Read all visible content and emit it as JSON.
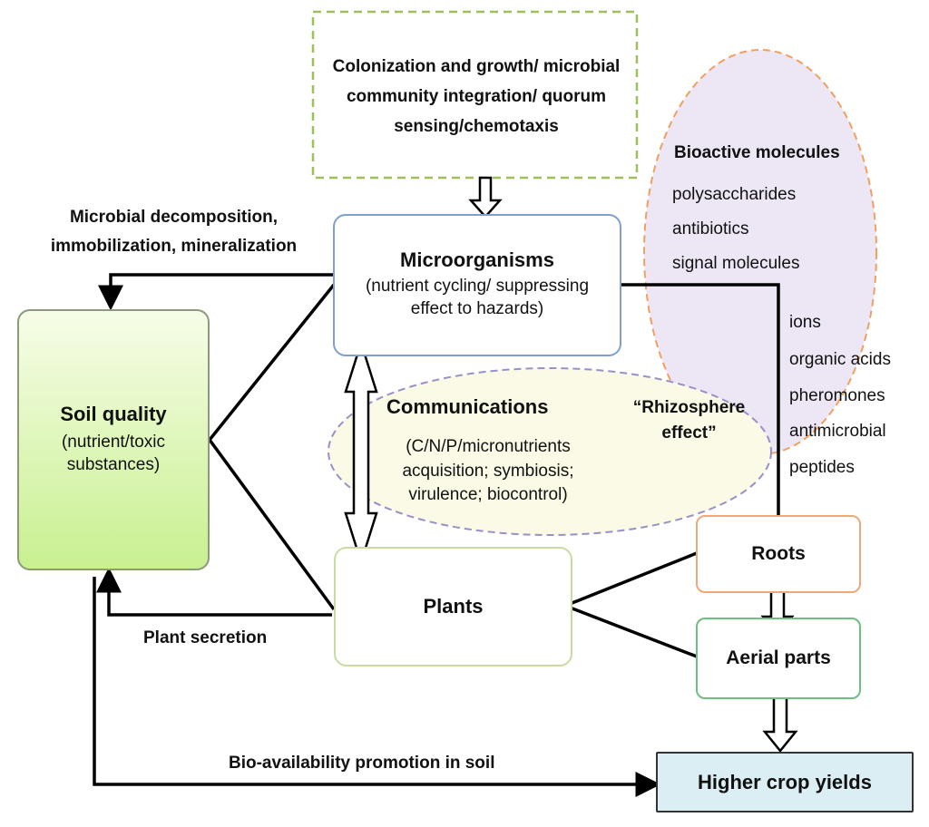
{
  "colonization": {
    "text": "Colonization and growth/ microbial community integration/ quorum sensing/chemotaxis"
  },
  "microorganisms": {
    "title": "Microorganisms",
    "subtitle": "(nutrient cycling/ suppressing effect to hazards)"
  },
  "decomposition": {
    "text": "Microbial decomposition, immobilization, mineralization"
  },
  "soil_quality": {
    "title": "Soil quality",
    "subtitle": "(nutrient/toxic substances)"
  },
  "bioactive": {
    "title": "Bioactive molecules",
    "items": [
      "polysaccharides",
      "antibiotics",
      "signal molecules",
      "ions",
      "organic acids",
      "pheromones",
      "antimicrobial",
      "peptides"
    ]
  },
  "communications": {
    "title": "Communications",
    "detail": "(C/N/P/micronutrients acquisition; symbiosis; virulence; biocontrol)",
    "rhizosphere": "“Rhizosphere effect”"
  },
  "plants": {
    "title": "Plants"
  },
  "roots": {
    "title": "Roots"
  },
  "aerial_parts": {
    "title": "Aerial parts"
  },
  "plant_secretion": {
    "text": "Plant secretion"
  },
  "bioavailability": {
    "text": "Bio-availability promotion in soil"
  },
  "crop_yields": {
    "title": "Higher crop yields"
  },
  "colors": {
    "microorganisms_border": "#7f9fd0",
    "soil_fill_top": "#f7fde8",
    "soil_fill_bottom": "#c8f090",
    "bioactive_fill": "#ede6f5",
    "bioactive_border": "#f0a060",
    "communications_fill": "#fbfae6",
    "communications_border": "#9a8fc8",
    "colonization_border": "#9dc05a",
    "roots_border": "#f0a878",
    "aerial_border": "#6cc080",
    "plants_border": "#c7dca0",
    "crop_fill": "#dbeef3"
  }
}
